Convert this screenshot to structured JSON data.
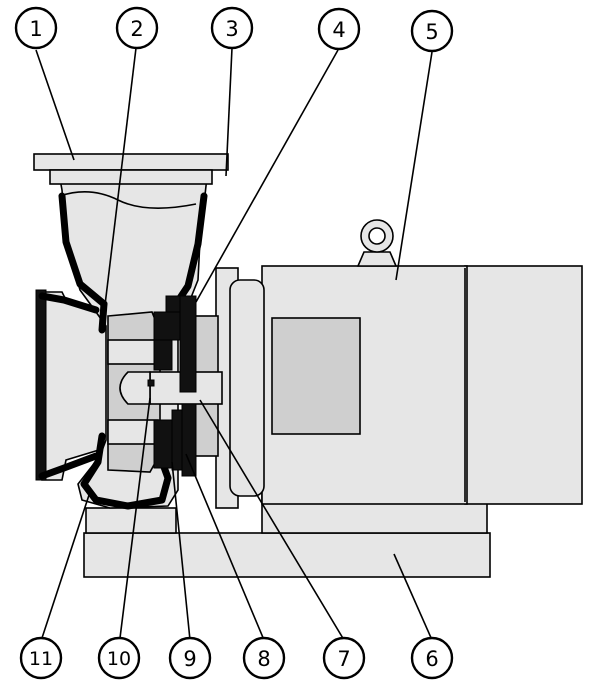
{
  "callouts": [
    {
      "id": "1",
      "label": "1"
    },
    {
      "id": "2",
      "label": "2"
    },
    {
      "id": "3",
      "label": "3"
    },
    {
      "id": "4",
      "label": "4"
    },
    {
      "id": "5",
      "label": "5"
    },
    {
      "id": "6",
      "label": "6"
    },
    {
      "id": "7",
      "label": "7"
    },
    {
      "id": "8",
      "label": "8"
    },
    {
      "id": "9",
      "label": "9"
    },
    {
      "id": "10",
      "label": "10"
    },
    {
      "id": "11",
      "label": "11"
    }
  ],
  "colors": {
    "outline": "#000000",
    "part_fill": "#e6e6e6",
    "part_shade": "#cfcfcf",
    "background": "#ffffff"
  }
}
